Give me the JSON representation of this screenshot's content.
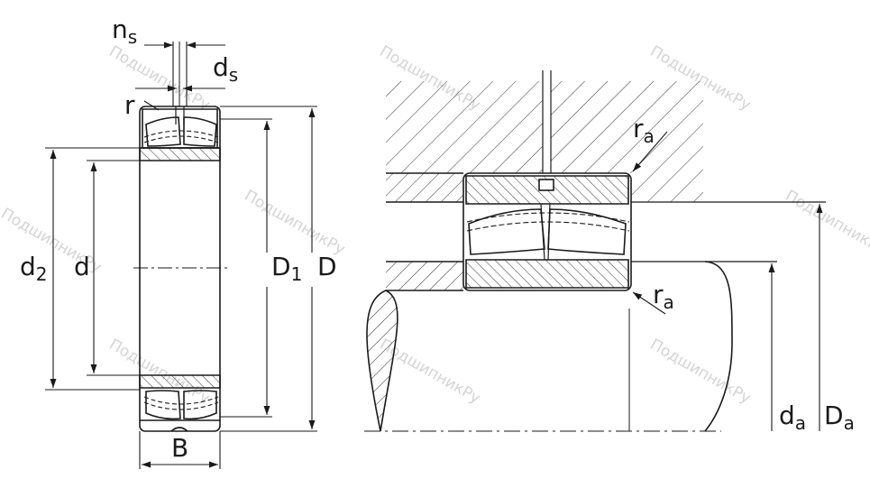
{
  "labels": {
    "n_s": {
      "main": "n",
      "sub": "s"
    },
    "d_s": {
      "main": "d",
      "sub": "s"
    },
    "r": {
      "main": "r"
    },
    "d2": {
      "main": "d",
      "sub": "2"
    },
    "d": {
      "main": "d"
    },
    "D1": {
      "main": "D",
      "sub": "1"
    },
    "D": {
      "main": "D"
    },
    "B": {
      "main": "B"
    },
    "ra_top": {
      "main": "r",
      "sub": "a"
    },
    "ra_bottom": {
      "main": "r",
      "sub": "a"
    },
    "da": {
      "main": "d",
      "sub": "a"
    },
    "Da": {
      "main": "D",
      "sub": "a"
    }
  },
  "watermark": "ПодшипникРу",
  "colors": {
    "line": "#1a1a1a",
    "hatch": "#333333",
    "background": "#ffffff",
    "watermark": "#b8b8b8"
  }
}
